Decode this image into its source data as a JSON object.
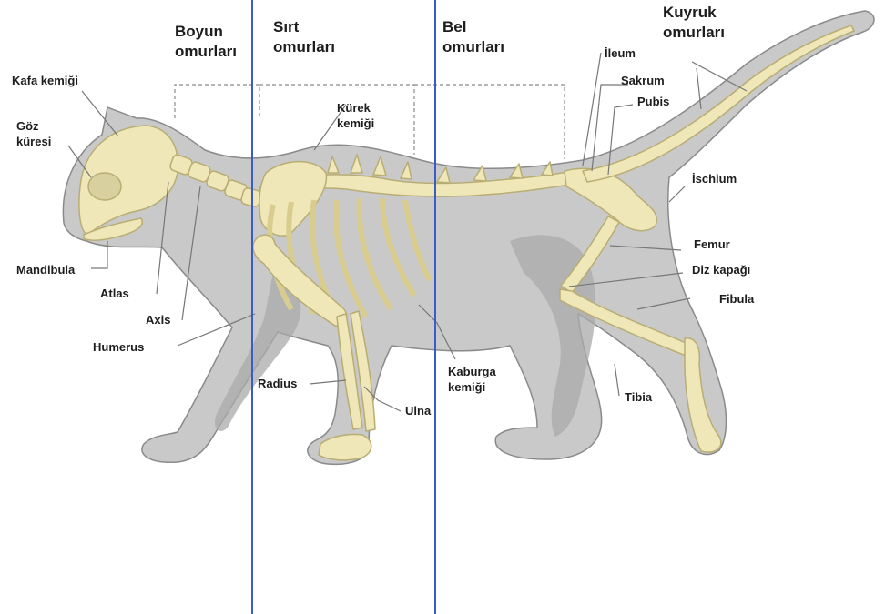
{
  "labels": {
    "boyun": "Boyun\nomurları",
    "sirt": "Sırt\nomurları",
    "bel": "Bel\nomurları",
    "kuyruk": "Kuyruk\nomurları",
    "kafa": "Kafa kemiği",
    "goz": "Göz\nküresi",
    "kurek": "Kürek\nkemiği",
    "ileum": "İleum",
    "sakrum": "Sakrum",
    "pubis": "Pubis",
    "ischium": "İschium",
    "mandibula": "Mandibula",
    "atlas": "Atlas",
    "axis": "Axis",
    "humerus": "Humerus",
    "femur": "Femur",
    "diz": "Diz kapağı",
    "fibula": "Fibula",
    "radius": "Radius",
    "ulna": "Ulna",
    "kaburga": "Kaburga\nkemiği",
    "tibia": "Tibia"
  },
  "colors": {
    "body": "#c9c9c9",
    "body_outline": "#8a8a8a",
    "shadow_limb": "#a9a9a9",
    "bone": "#efe7b8",
    "bone_outline": "#b8ad72",
    "leader": "#777777",
    "divider": "#3b5cc6"
  }
}
